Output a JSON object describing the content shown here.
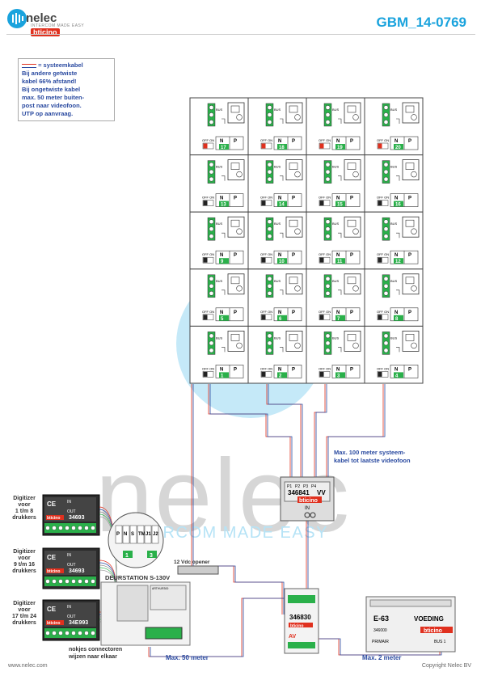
{
  "header": {
    "logo_text": "nelec",
    "logo_sub": "INTERCOM MADE EASY",
    "brand": "bticino",
    "doc_title": "GBM_14-0769"
  },
  "note": {
    "title": "= systeemkabel",
    "lines": [
      "Bij andere getwiste",
      "kabel 66% afstand!",
      "Bij ongetwiste kabel",
      "max. 50 meter buiten-",
      "post naar videofoon.",
      "UTP op aanvraag."
    ]
  },
  "videophones": {
    "rows": [
      [
        "17",
        "18",
        "19",
        "20"
      ],
      [
        "13",
        "14",
        "15",
        "16"
      ],
      [
        "9",
        "10",
        "11",
        "12"
      ],
      [
        "5",
        "6",
        "7",
        "8"
      ],
      [
        "1",
        "2",
        "3",
        "4"
      ]
    ],
    "switch_label": "OFF ON",
    "n_label": "N",
    "p_label": "P",
    "terminals": "BUS"
  },
  "distributor": {
    "code": "346841",
    "vv": "VV",
    "ports": [
      "P1",
      "P2",
      "P3",
      "P4"
    ],
    "in": "IN",
    "brand": "bticino",
    "cable_note": [
      "Max. 100 meter systeem-",
      "kabel tot laatste videofoon"
    ]
  },
  "digitizers": [
    {
      "label": [
        "Digitizer",
        "voor",
        "1 t/m 8",
        "drukkers"
      ],
      "code": "34693"
    },
    {
      "label": [
        "Digitizer",
        "voor",
        "9 t/m 16",
        "drukkers"
      ],
      "code": "34693"
    },
    {
      "label": [
        "Digitizer",
        "voor",
        "17 t/m 24",
        "drukkers"
      ],
      "code": "34E993"
    }
  ],
  "digitizer_labels": {
    "in": "IN",
    "out": "OUT",
    "brand": "bticino",
    "ce": "CE"
  },
  "station": {
    "label": "DEURSTATION S-130V",
    "board": "ARTHUR300",
    "jumpers": [
      "P",
      "N",
      "S",
      "TM",
      "J1",
      "J2"
    ],
    "digits": [
      "1",
      "3"
    ],
    "opener_label": "12 Vdc opener",
    "connectors_note": [
      "nokjes connectoren",
      "wijzen naar elkaar"
    ]
  },
  "module_346830": {
    "code": "346830",
    "av": "AV",
    "brand": "bticino"
  },
  "power_supply": {
    "model": "E-63",
    "label": "VOEDING",
    "code": "346000",
    "brand": "bticino",
    "primary": "PRIMAIR",
    "bus": "BUS 1"
  },
  "cables": {
    "max50": "Max. 50 meter",
    "max2": "Max. 2 meter"
  },
  "watermark": {
    "big": "nelec",
    "slogan": "INTERCOM MADE EASY"
  },
  "footer": {
    "left": "www.nelec.com",
    "right": "Copyright Nelec BV"
  },
  "colors": {
    "accent": "#1aa3dd",
    "brand_red": "#e0301e",
    "cable_blue": "#2a4aa0",
    "green": "#2ab04a"
  }
}
